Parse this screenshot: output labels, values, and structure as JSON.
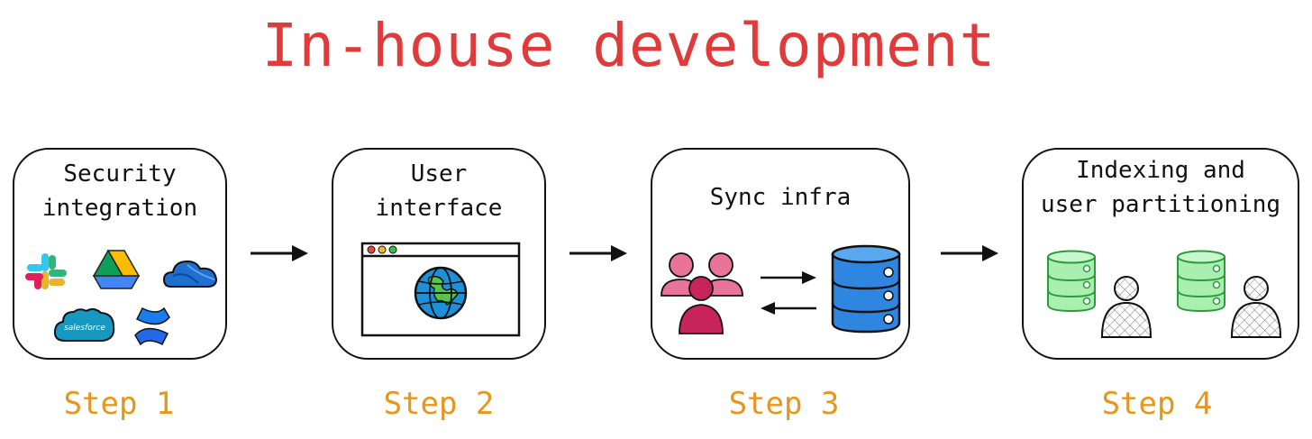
{
  "title": "In-house development",
  "steps": [
    {
      "label": "Step 1",
      "title_line1": "Security",
      "title_line2": "integration"
    },
    {
      "label": "Step 2",
      "title_line1": "User",
      "title_line2": "interface"
    },
    {
      "label": "Step 3",
      "title_line1": "Sync infra",
      "title_line2": ""
    },
    {
      "label": "Step 4",
      "title_line1": "Indexing and",
      "title_line2": "user partitioning"
    }
  ],
  "logos": {
    "salesforce_text": "salesforce"
  },
  "colors": {
    "title": "#e03a3a",
    "step_label": "#e8951c",
    "database_blue": "#2f86e0",
    "database_green": "#a8efb0",
    "users_pink": "#e65a8a"
  },
  "icons": [
    "slack-icon",
    "google-drive-icon",
    "onedrive-icon",
    "salesforce-icon",
    "confluence-icon",
    "browser-window-icon",
    "globe-icon",
    "users-group-icon",
    "database-icon",
    "user-icon"
  ]
}
